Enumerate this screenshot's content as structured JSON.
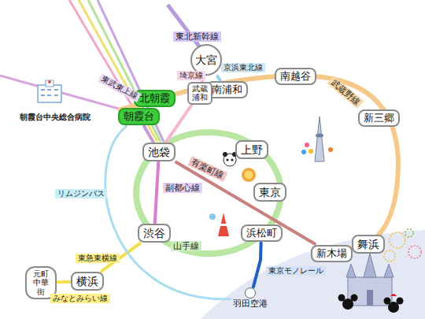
{
  "diagram": {
    "nodes": [
      {
        "text": [
          "大宮"
        ]
      },
      {
        "text": [
          "南浦和"
        ]
      },
      {
        "text": [
          "武蔵 浦和"
        ]
      },
      {
        "text": [
          "南越谷"
        ]
      },
      {
        "text": [
          "新三郷"
        ]
      },
      {
        "text": [
          "北朝霞"
        ]
      },
      {
        "text": [
          "朝霞台"
        ]
      },
      {
        "text": [
          "池袋"
        ]
      },
      {
        "text": [
          "上野"
        ]
      },
      {
        "text": [
          "東京"
        ]
      },
      {
        "text": [
          "渋谷"
        ]
      },
      {
        "text": [
          "浜松町"
        ]
      },
      {
        "text": [
          "新木場"
        ]
      },
      {
        "text": [
          "舞浜"
        ]
      },
      {
        "text": [
          "横浜"
        ]
      },
      {
        "text": [
          "元町 中華街"
        ]
      },
      {
        "text": [
          "羽田空港"
        ]
      }
    ],
    "edges": [
      {
        "from": 0,
        "to": 1,
        "arrow": "none"
      },
      {
        "from": 0,
        "to": 2,
        "arrow": "none"
      },
      {
        "from": 2,
        "to": 7,
        "arrow": "none"
      },
      {
        "from": 6,
        "to": 7,
        "arrow": "none"
      },
      {
        "from": 7,
        "to": 10,
        "arrow": "none"
      },
      {
        "from": 7,
        "to": 12,
        "arrow": "none"
      },
      {
        "from": 10,
        "to": 14,
        "arrow": "none"
      },
      {
        "from": 14,
        "to": 15,
        "arrow": "none"
      },
      {
        "from": 11,
        "to": 16,
        "arrow": "none"
      },
      {
        "from": 6,
        "to": 16,
        "arrow": "none"
      }
    ],
    "labels": [
      "東北新幹線",
      "京浜東北線",
      "埼京線",
      "武蔵野線",
      "東武東上線",
      "朝霞台中央総合病院",
      "副都心線",
      "有楽町線",
      "リムジンバス",
      "山手線",
      "東急東横線",
      "みなとみらい線",
      "東京モノレール"
    ]
  }
}
